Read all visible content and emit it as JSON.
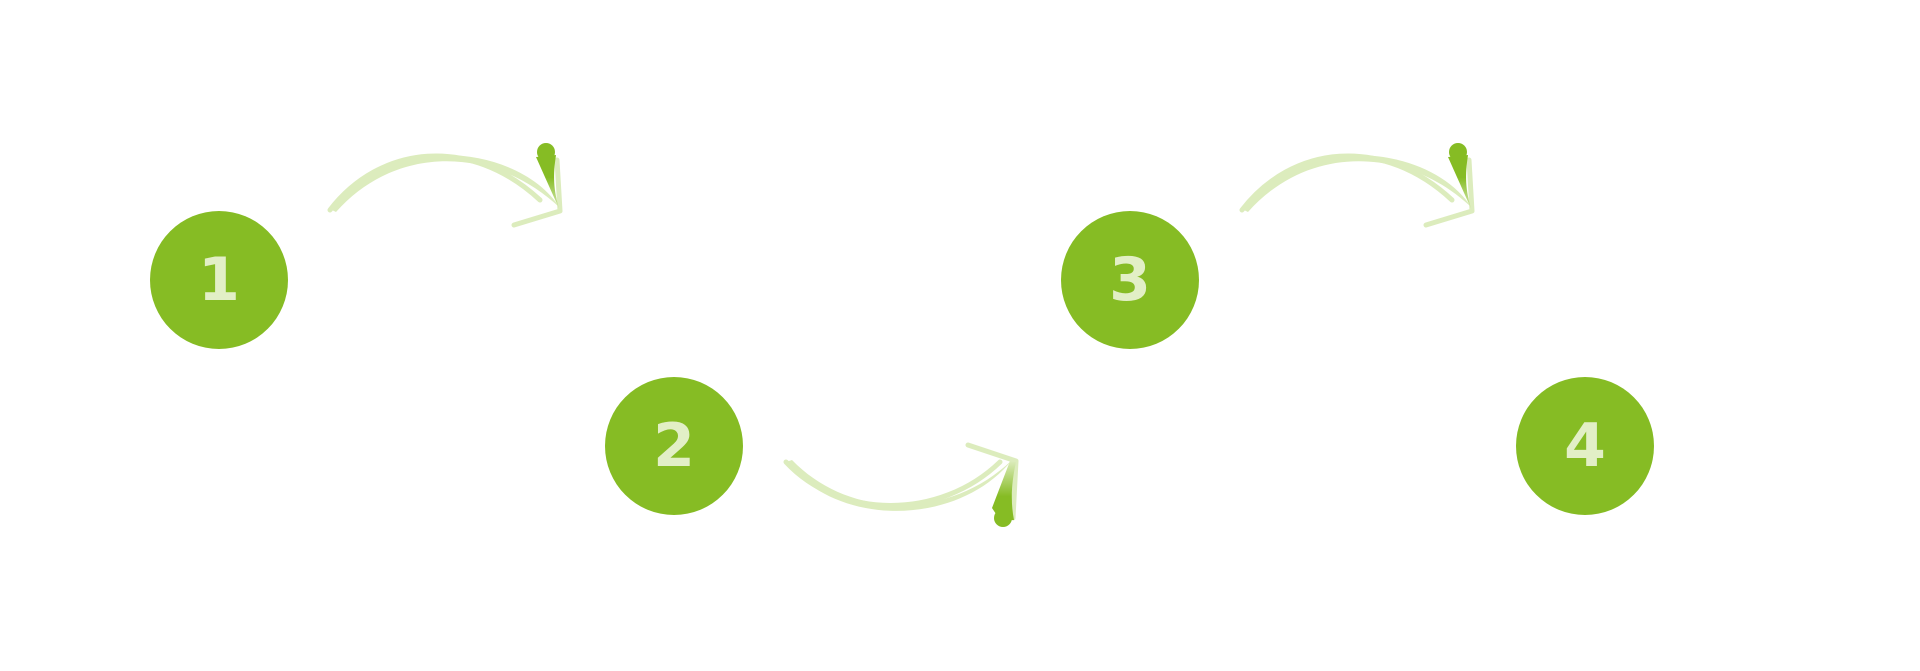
{
  "colors": {
    "circle": "#86bc24",
    "number": "#e2efc6",
    "arrow_light": "#dcecbd",
    "arrow_dark": "#86bc24"
  },
  "steps": [
    {
      "number": "1"
    },
    {
      "number": "2"
    },
    {
      "number": "3"
    },
    {
      "number": "4"
    }
  ],
  "connectors": [
    {
      "from": "1",
      "to": "2",
      "direction": "arching-up"
    },
    {
      "from": "2",
      "to": "3",
      "direction": "arching-down"
    },
    {
      "from": "3",
      "to": "4",
      "direction": "arching-up"
    }
  ]
}
